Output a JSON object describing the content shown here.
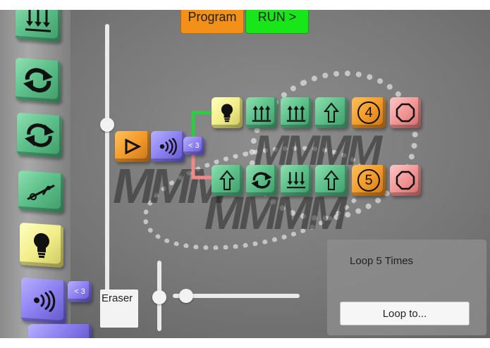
{
  "toolbar": {
    "program_label": "Program",
    "run_label": "RUN >"
  },
  "palette": {
    "items": [
      {
        "name": "down-arrows-block",
        "color": "green"
      },
      {
        "name": "loop-block",
        "color": "green"
      },
      {
        "name": "loop-block",
        "color": "green"
      },
      {
        "name": "seesaw-block",
        "color": "green"
      },
      {
        "name": "lightbulb-block",
        "color": "yellow"
      },
      {
        "name": "sound-sensor-block",
        "color": "purple",
        "label": "< 3"
      }
    ]
  },
  "program": {
    "sensor_label": "< 3",
    "branch_true": [
      "lightbulb",
      "up-arrows",
      "up-arrows",
      "up-arrow",
      "counter-4",
      "stop"
    ],
    "branch_false": [
      "up-arrow",
      "loop",
      "down-arrows",
      "up-arrow",
      "counter-5",
      "stop"
    ],
    "counter_top": "4",
    "counter_bottom": "5",
    "true_color": "#2ecc40",
    "false_color": "#f08a8a"
  },
  "eraser": {
    "label": "Eraser"
  },
  "inspector": {
    "title": "Loop 5 Times",
    "button_label": "Loop to..."
  }
}
